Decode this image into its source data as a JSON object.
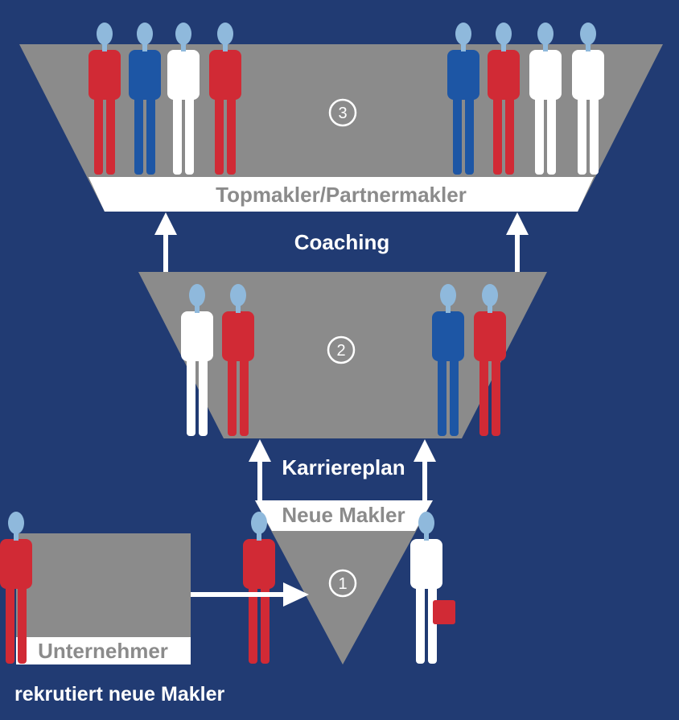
{
  "levels": {
    "top": {
      "number": "3",
      "label": "Topmakler/Partnermakler"
    },
    "middle": {
      "number": "2"
    },
    "bottom": {
      "number": "1",
      "label": "Neue Makler"
    }
  },
  "transitions": {
    "middle_to_top": "Coaching",
    "bottom_to_middle": "Karriereplan"
  },
  "entrepreneur": {
    "label": "Unternehmer",
    "caption": "rekrutiert neue Makler"
  },
  "colors": {
    "background": "#213b73",
    "panel_gray": "#8b8b8b",
    "label_white": "#ffffff",
    "label_gray_text": "#8b8b8b",
    "accent_red": "#d12a35",
    "accent_blue": "#1d56a5",
    "skin_blue": "#8fb9dc"
  }
}
